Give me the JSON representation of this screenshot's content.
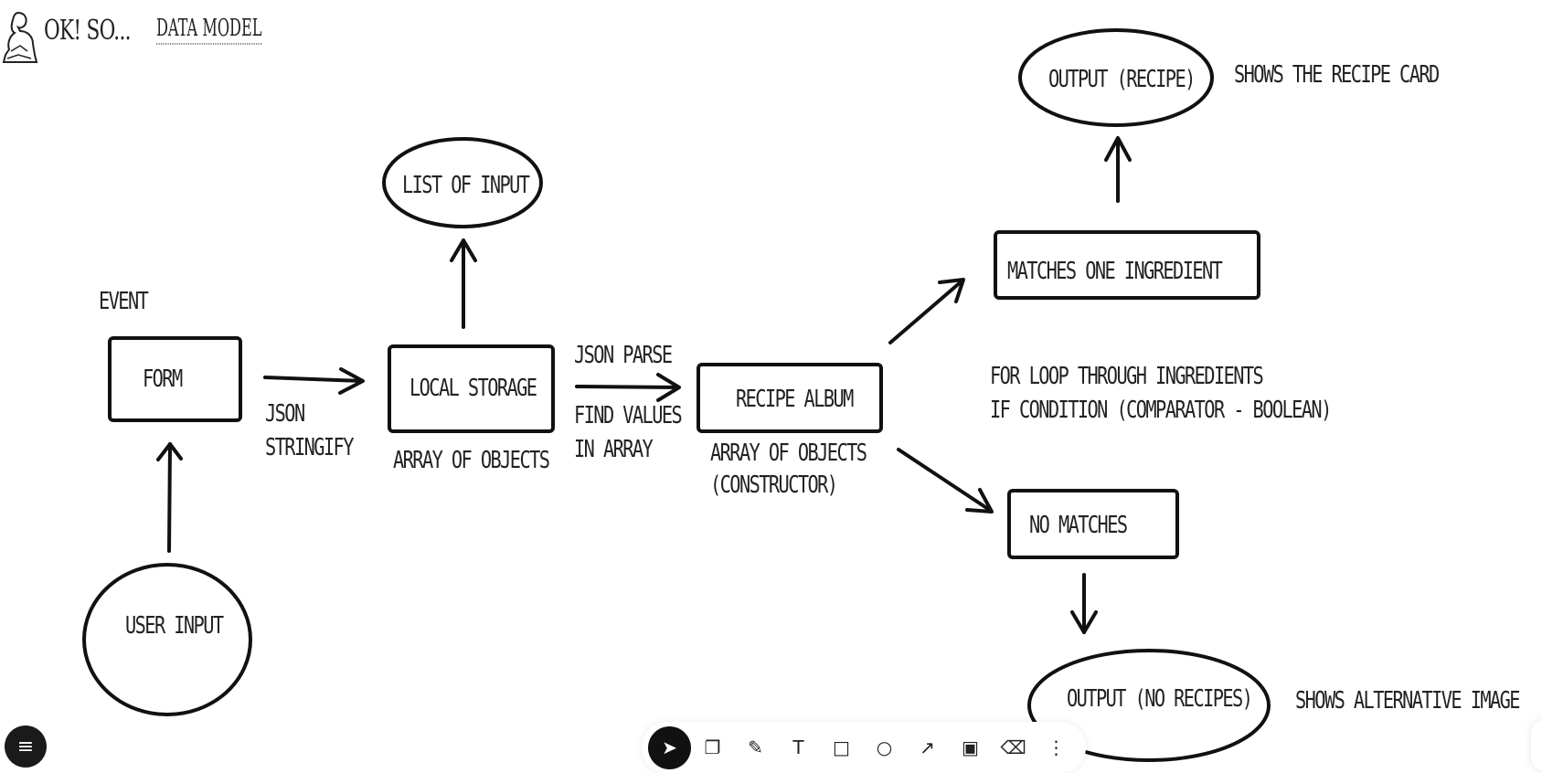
{
  "header": {
    "brand": "OK! SO...",
    "document_title": "DATA MODEL"
  },
  "diagram": {
    "nodes": {
      "user_input": "USER INPUT",
      "form": "FORM",
      "event": "EVENT",
      "local_storage": "LOCAL STORAGE",
      "list_of_input": "LIST OF INPUT",
      "recipe_album": "RECIPE ALBUM",
      "matches_one": "MATCHES ONE INGREDIENT",
      "no_matches": "NO MATCHES",
      "output_recipe": "OUTPUT (RECIPE)",
      "output_no_recipes": "OUTPUT (NO RECIPES)"
    },
    "labels": {
      "json_stringify_1": "JSON",
      "json_stringify_2": "STRINGIFY",
      "array_of_objects": "ARRAY OF OBJECTS",
      "json_parse": "JSON PARSE",
      "find_values_1": "FIND VALUES",
      "find_values_2": "IN ARRAY",
      "array_constructor_1": "ARRAY OF OBJECTS",
      "array_constructor_2": "(CONSTRUCTOR)",
      "loop_1": "FOR LOOP THROUGH INGREDIENTS",
      "loop_2": "IF CONDITION (COMPARATOR - BOOLEAN)",
      "shows_recipe": "SHOWS THE RECIPE CARD",
      "shows_alt": "SHOWS ALTERNATIVE IMAGE"
    }
  },
  "toolbar": {
    "tools": [
      {
        "icon": "select-arrow-icon",
        "glyph": "➤",
        "active": true
      },
      {
        "icon": "color-swatch-icon",
        "glyph": "❐",
        "active": false
      },
      {
        "icon": "pencil-icon",
        "glyph": "✎",
        "active": false
      },
      {
        "icon": "text-icon",
        "glyph": "T",
        "active": false
      },
      {
        "icon": "rectangle-icon",
        "glyph": "□",
        "active": false
      },
      {
        "icon": "ellipse-icon",
        "glyph": "○",
        "active": false
      },
      {
        "icon": "arrow-icon",
        "glyph": "↗",
        "active": false
      },
      {
        "icon": "image-icon",
        "glyph": "▣",
        "active": false
      },
      {
        "icon": "eraser-icon",
        "glyph": "⌫",
        "active": false
      },
      {
        "icon": "more-icon",
        "glyph": "⋮",
        "active": false
      }
    ]
  },
  "menu": {
    "icon": "hamburger-icon",
    "glyph": "≡"
  }
}
